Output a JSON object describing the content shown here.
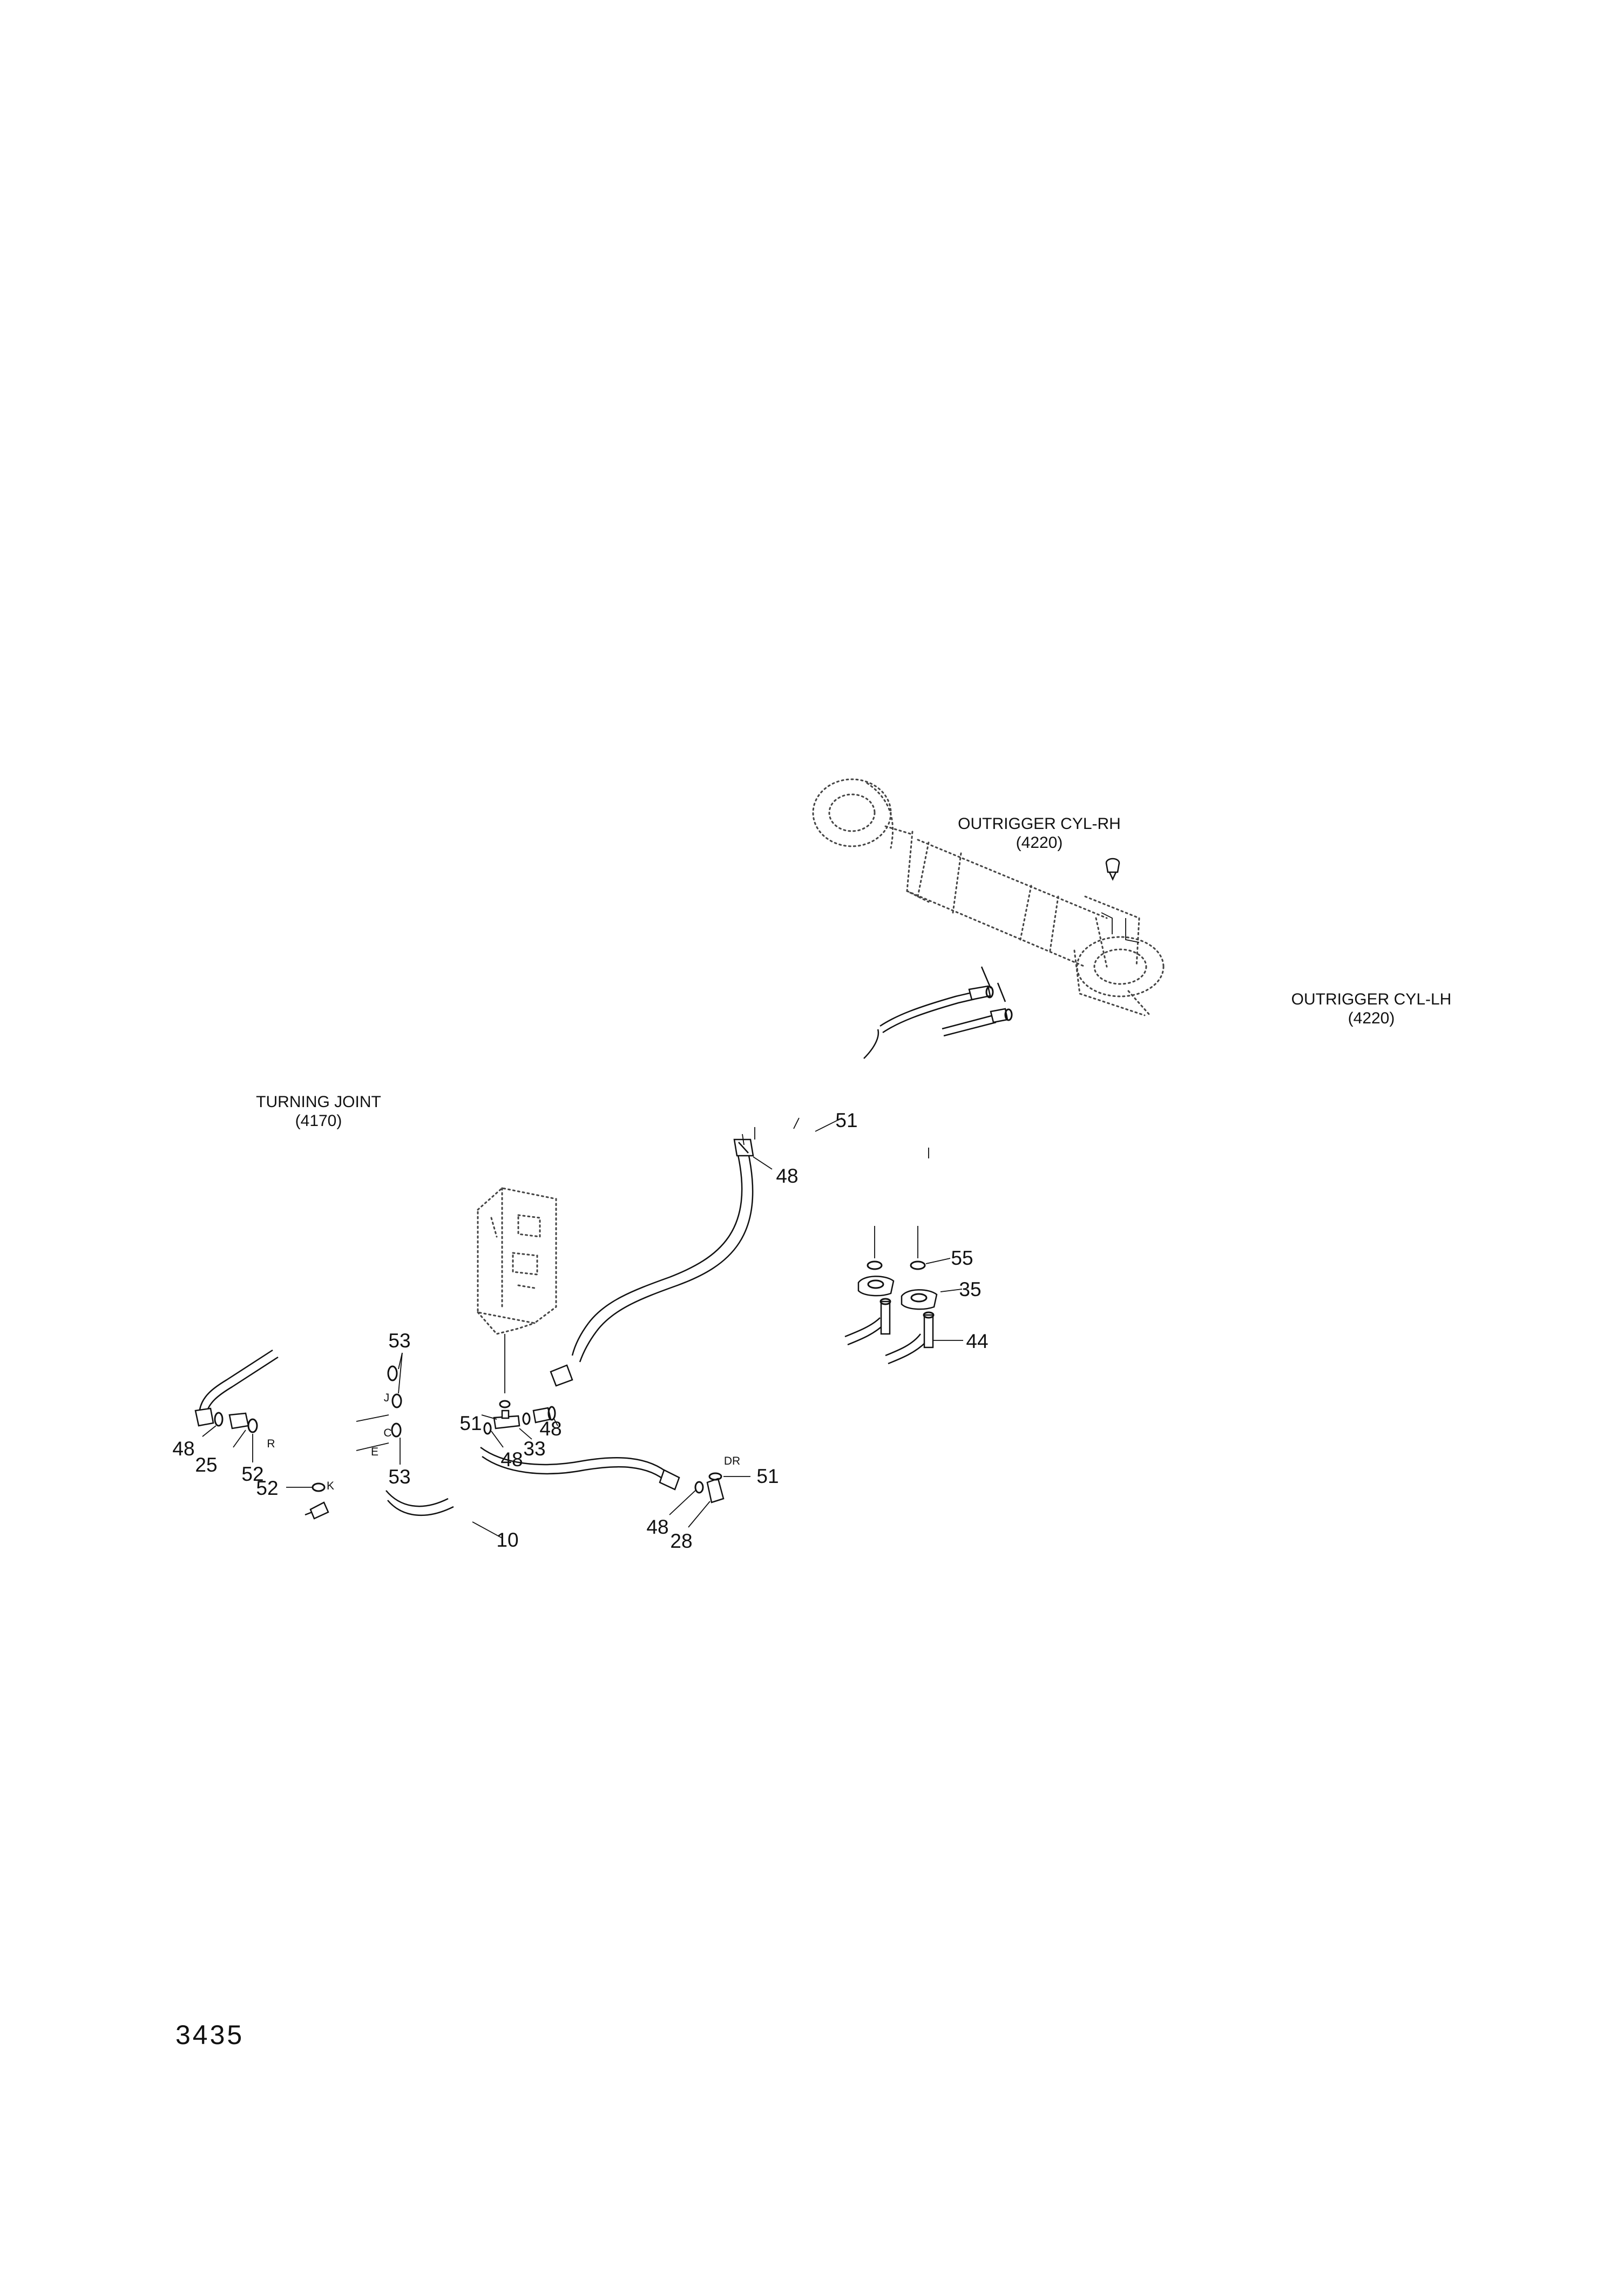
{
  "assemblies": {
    "outrigger_rh": {
      "name": "OUTRIGGER CYL-RH",
      "ref": "(4220)"
    },
    "outrigger_lh": {
      "name": "OUTRIGGER CYL-LH",
      "ref": "(4220)"
    },
    "turning_joint": {
      "name": "TURNING JOINT",
      "ref": "(4170)"
    }
  },
  "callouts": {
    "c51_top": "51",
    "c48_upper": "48",
    "c55": "55",
    "c35": "35",
    "c44": "44",
    "c53_top": "53",
    "c53_bottom": "53",
    "c51_tee": "51",
    "c48_tee_right": "48",
    "c33": "33",
    "c48_tee_low": "48",
    "c48_left": "48",
    "c25": "25",
    "c52_a": "52",
    "c52_b": "52",
    "c10": "10",
    "c51_dr": "51",
    "c48_dr": "48",
    "c28": "28"
  },
  "port_letters": {
    "r": "R",
    "j": "J",
    "c": "C",
    "e": "E",
    "k": "K",
    "dr": "DR"
  },
  "page_number": "3435"
}
